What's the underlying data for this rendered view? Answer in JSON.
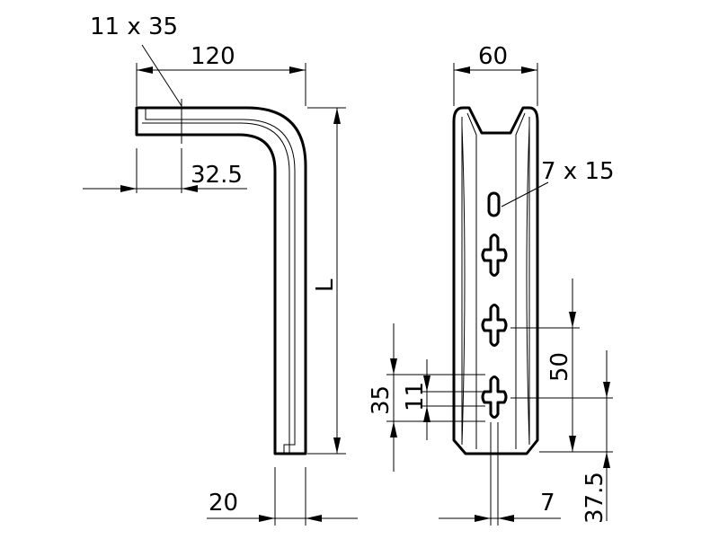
{
  "drawing": {
    "bracket_side_view": {
      "hole_callout": "11 x 35",
      "width_dim": "120",
      "hole_offset_dim": "32.5",
      "length_dim": "L",
      "profile_thickness_dim": "20"
    },
    "bracket_front_view": {
      "width_dim": "60",
      "hole_callout": "7 x 15",
      "slot_pitch_dim": "50",
      "slot_length_dim": "35",
      "slot_width_dim": "11",
      "bottom_offset_dim": "37.5",
      "hole_center_offset_dim": "7"
    }
  }
}
